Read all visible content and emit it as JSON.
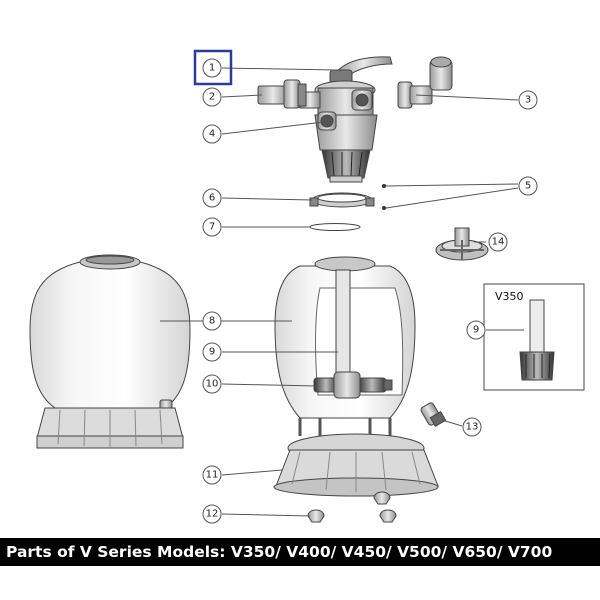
{
  "callouts": [
    {
      "id": "1",
      "label": "1",
      "selected": true
    },
    {
      "id": "2",
      "label": "2"
    },
    {
      "id": "3",
      "label": "3"
    },
    {
      "id": "4",
      "label": "4"
    },
    {
      "id": "5",
      "label": "5"
    },
    {
      "id": "6",
      "label": "6"
    },
    {
      "id": "7",
      "label": "7"
    },
    {
      "id": "8",
      "label": "8"
    },
    {
      "id": "9",
      "label": "9"
    },
    {
      "id": "9b",
      "label": "9"
    },
    {
      "id": "10",
      "label": "10"
    },
    {
      "id": "11",
      "label": "11"
    },
    {
      "id": "12",
      "label": "12"
    },
    {
      "id": "13",
      "label": "13"
    },
    {
      "id": "14",
      "label": "14"
    }
  ],
  "inset": {
    "title": "V350"
  },
  "banner": {
    "text": "Parts of V Series Models: V350/ V400/ V450/ V500/ V650/ V700"
  },
  "colors": {
    "selection": "#2b3a9c",
    "banner_bg": "#000000",
    "banner_text": "#ffffff",
    "line": "#444444"
  }
}
